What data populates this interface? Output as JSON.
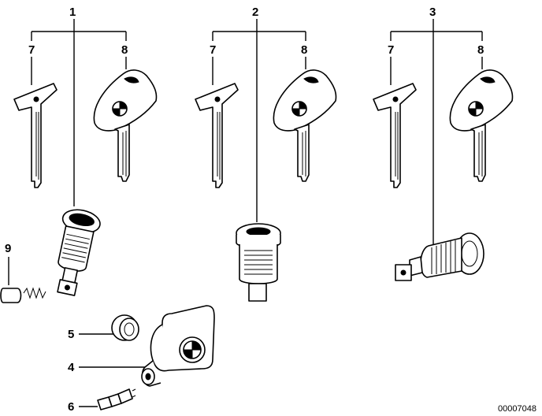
{
  "callouts": {
    "c1": "1",
    "c2": "2",
    "c3": "3",
    "c7a": "7",
    "c8a": "8",
    "c7b": "7",
    "c8b": "8",
    "c7c": "7",
    "c8c": "8",
    "c9": "9",
    "c5": "5",
    "c4": "4",
    "c6": "6"
  },
  "reference_number": "00007048"
}
